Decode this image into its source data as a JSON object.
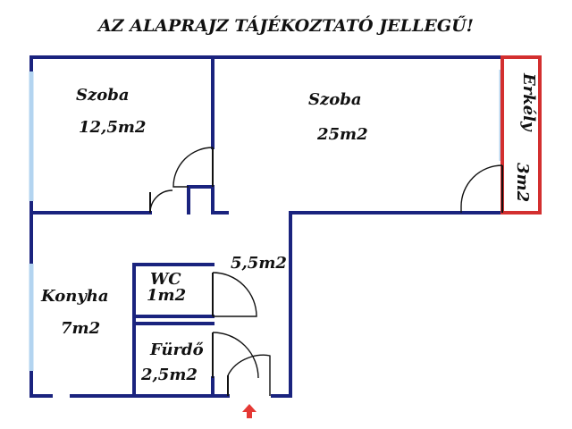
{
  "header": {
    "title": "AZ ALAPRAJZ TÁJÉKOZTATÓ JELLEGŰ!"
  },
  "rooms": {
    "szoba_small": {
      "name": "Szoba",
      "area": "12,5m2"
    },
    "szoba_large": {
      "name": "Szoba",
      "area": "25m2"
    },
    "erkely": {
      "name": "Erkély",
      "area": "3m2"
    },
    "hall": {
      "area": "5,5m2"
    },
    "wc": {
      "name": "WC",
      "area": "1m2"
    },
    "konyha": {
      "name": "Konyha",
      "area": "7m2"
    },
    "furdo": {
      "name": "Fürdő",
      "area": "2,5m2"
    }
  },
  "colors": {
    "wall": "#1a237e",
    "window": "#b3d4f0",
    "balcony": "#d32f2f",
    "entrance_arrow": "#e53935"
  },
  "icons": {
    "entrance": "entrance-arrow-icon"
  }
}
